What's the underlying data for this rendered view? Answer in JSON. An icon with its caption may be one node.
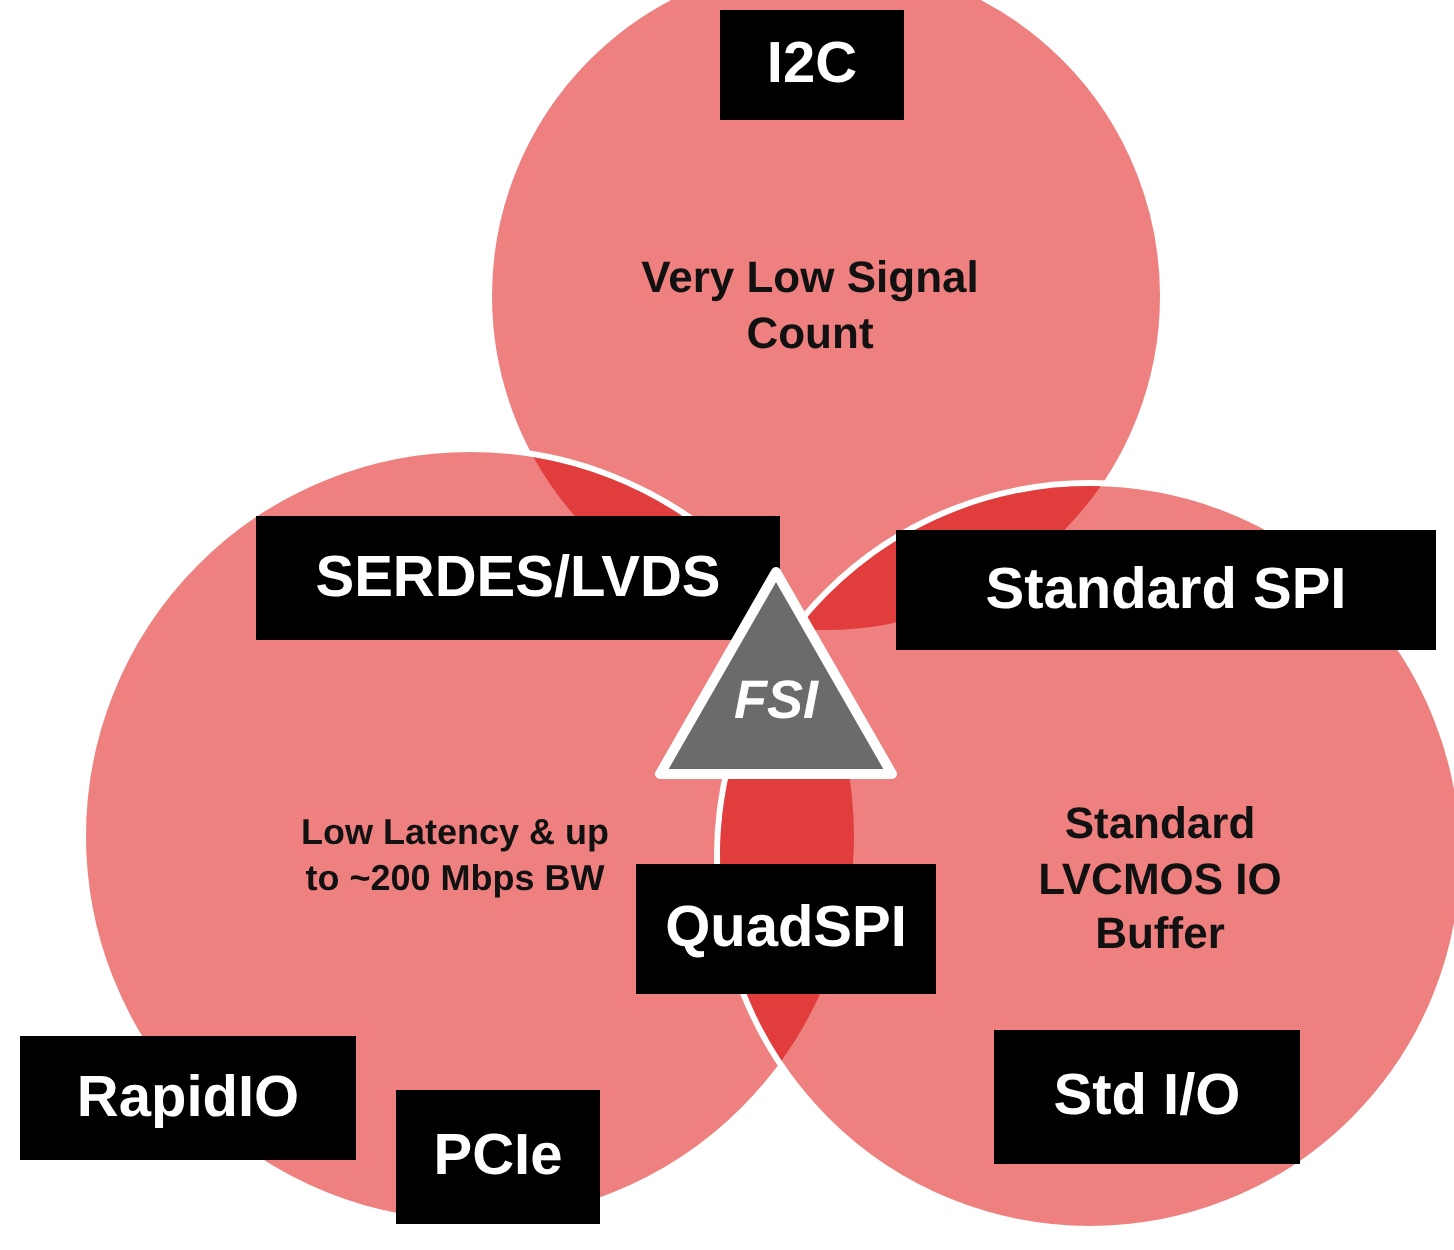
{
  "diagram": {
    "nodes": [
      {
        "text": [
          "Very Low Signal Count"
        ]
      },
      {
        "text": [
          "Low Latency & up to ~200 Mbps BW"
        ]
      },
      {
        "text": [
          "Standard LVCMOS IO Buffer"
        ]
      },
      {
        "text": [
          "I2C"
        ]
      },
      {
        "text": [
          "SERDES/LVDS"
        ]
      },
      {
        "text": [
          "Standard SPI"
        ]
      },
      {
        "text": [
          "FSI"
        ]
      },
      {
        "text": [
          "QuadSPI"
        ]
      },
      {
        "text": [
          "RapidIO"
        ]
      },
      {
        "text": [
          "PCIe"
        ]
      },
      {
        "text": [
          "Std I/O"
        ]
      }
    ]
  }
}
